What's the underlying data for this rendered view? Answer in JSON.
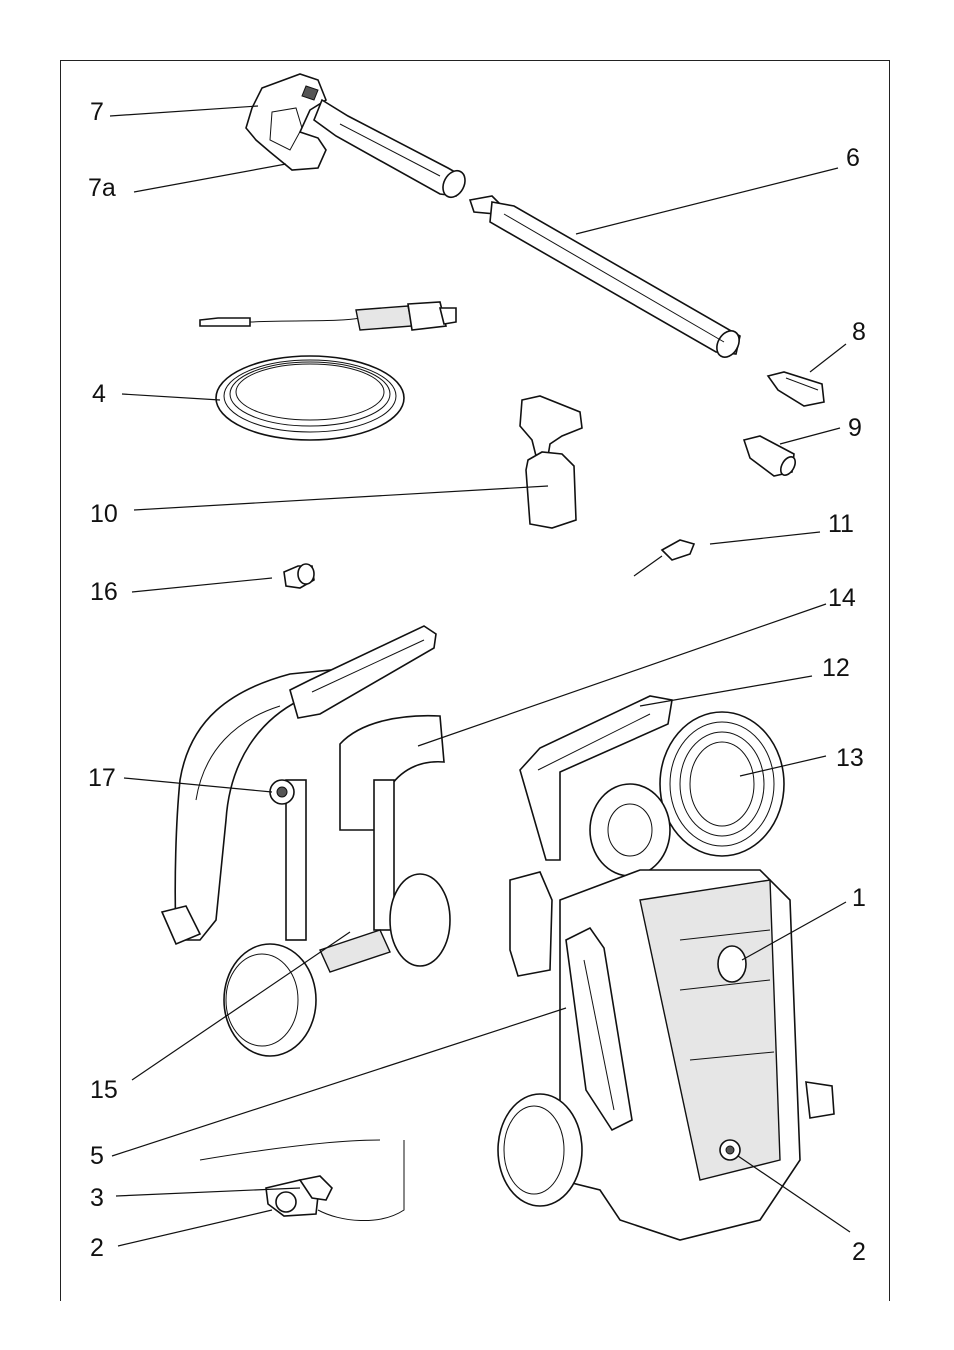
{
  "labels": {
    "l7": "7",
    "l7a": "7a",
    "l6": "6",
    "l4": "4",
    "l8": "8",
    "l9": "9",
    "l10": "10",
    "l11": "11",
    "l16": "16",
    "l14": "14",
    "l12": "12",
    "l17": "17",
    "l13": "13",
    "l1": "1",
    "l15": "15",
    "l5": "5",
    "l3": "3",
    "l2a": "2",
    "l2b": "2"
  }
}
